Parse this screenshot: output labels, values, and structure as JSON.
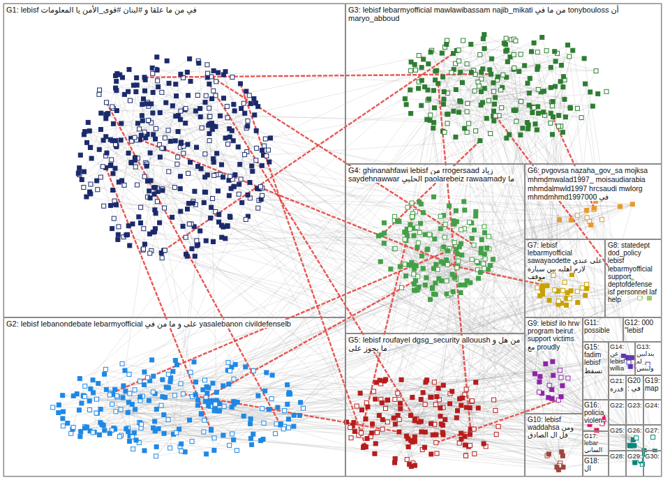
{
  "diagram": {
    "nodes": [
      {
        "text": [
          "G1: lebisf في من ما علقا و #لبنان #قوى_الأمن يا المعلومات"
        ]
      },
      {
        "text": [
          "G2: lebisf lebanondebate lebarmyofficial على و ما من في yasalebanon civildefenselb"
        ]
      },
      {
        "text": [
          "G3: lebisf lebarmyofficial mawlawibassam najib_mikati من ما في tonybouloss أن maryo_abboud"
        ]
      },
      {
        "text": [
          "G4: ghinanahfawi lebisf من rrogersaad زياد saydehnawwar الحلبي paolarebeiz rawaamady ما"
        ]
      },
      {
        "text": [
          "G5: lebisf roufayel dgsg_security allouush من هل و ما يجوز على"
        ]
      },
      {
        "text": [
          "G6: pvgovsa nazaha_gov_sa mojksa mhmdmwalad1997_ moisaudiarabia mhmdalmwld1997 hrcsaudi mwlorg mhmdmhmd1997000 في"
        ]
      },
      {
        "text": [
          "G7: lebisf lebarmyofficial sawayaodette على عندي لازم اهليه بين سيارة موقف"
        ]
      },
      {
        "text": [
          "G8: statedept dod_policy lebisf lebarmyofficial support deptofdefense isf personnel laf help"
        ]
      },
      {
        "text": [
          "G9: lebisf ilo hrw program beirut support victims مع proudly"
        ]
      },
      {
        "text": [
          "G10: lebisf waddahsa ومن قل ال الصادق"
        ]
      },
      {
        "text": [
          "G11: possible"
        ]
      },
      {
        "text": [
          "G12: 000 \"lebisf"
        ]
      },
      {
        "text": [
          "G13: يندلبين له ولبنس"
        ]
      },
      {
        "text": [
          "G14: عن lebisf willia"
        ]
      },
      {
        "text": [
          "G15: fadim lebisf تسقط"
        ]
      },
      {
        "text": [
          "G16: policia violen"
        ]
      },
      {
        "text": [
          "G17: lebar الساني"
        ]
      },
      {
        "text": [
          "G18: ال"
        ]
      },
      {
        "text": [
          "G19: map"
        ]
      },
      {
        "text": [
          "G20: في"
        ]
      },
      {
        "text": [
          "G21: قدرة"
        ]
      },
      {
        "text": [
          "G22:"
        ]
      },
      {
        "text": [
          "G23:"
        ]
      },
      {
        "text": [
          "G24:"
        ]
      },
      {
        "text": [
          "G25:"
        ]
      },
      {
        "text": [
          "G26:"
        ]
      },
      {
        "text": [
          "G27:"
        ]
      },
      {
        "text": [
          "G28:"
        ]
      },
      {
        "text": [
          "G29:"
        ]
      },
      {
        "text": [
          "G30:"
        ]
      }
    ]
  }
}
